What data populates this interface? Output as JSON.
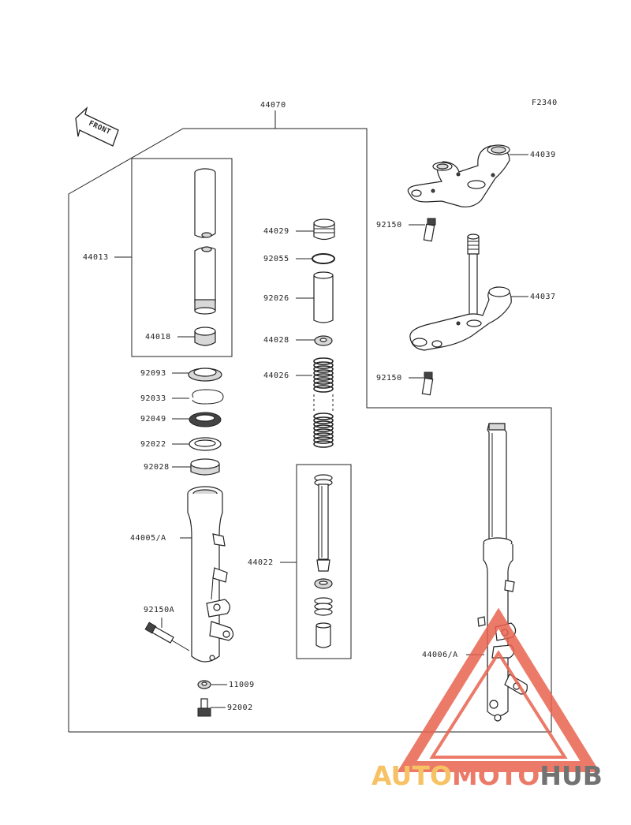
{
  "figure_code": "F2340",
  "front_label": "FRONT",
  "parts": {
    "assembly": "44070",
    "upper_tube_set": "44013",
    "bushing_a": "44018",
    "seal_92093": "92093",
    "circlip_92033": "92033",
    "oil_seal_92049": "92049",
    "washer_92022": "92022",
    "bushing_92028": "92028",
    "outer_tube_left": "44005/A",
    "bolt_92150a": "92150A",
    "gasket_11009": "11009",
    "drain_bolt_92002": "92002",
    "cap_44029": "44029",
    "oring_92055": "92055",
    "spacer_92026": "92026",
    "collar_44028": "44028",
    "spring_44026": "44026",
    "cylinder_44022": "44022",
    "upper_bracket_44039": "44039",
    "bolt_92150_top": "92150",
    "stem_44037": "44037",
    "bolt_92150_bottom": "92150",
    "outer_tube_right": "44006/A"
  },
  "watermark": {
    "auto": "AUTO",
    "moto": "MOTO",
    "hub": "HUB",
    "colors": {
      "auto": "#f5b84a",
      "moto": "#e8634f",
      "hub": "#5a5a5a",
      "triangle": "#e8634f"
    }
  }
}
